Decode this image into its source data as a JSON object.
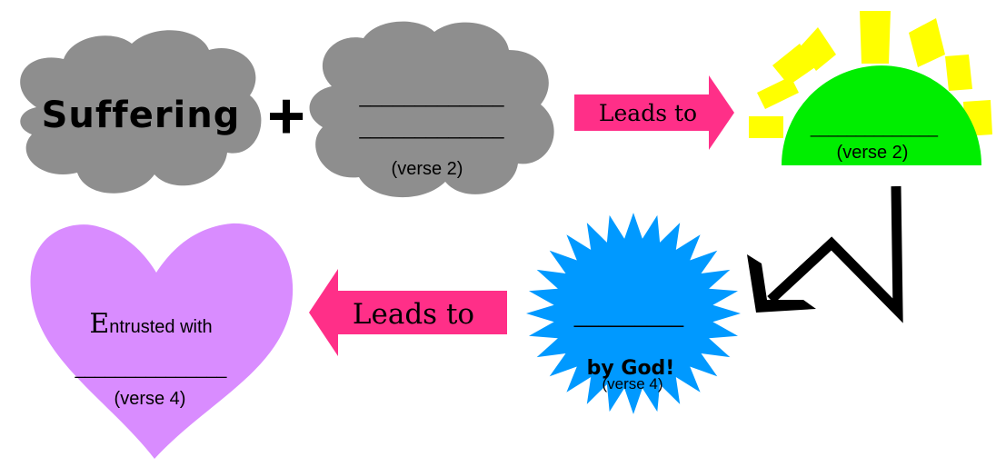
{
  "colors": {
    "cloud": "#8e8e8e",
    "arrow": "#ff2f88",
    "sun_rays": "#ffff00",
    "sun_body": "#00ee00",
    "starburst": "#0099ff",
    "heart": "#d98cff",
    "zigzag_arrow": "#000000"
  },
  "cloud_1": {
    "label": "Suffering"
  },
  "plus": {
    "symbol": "+"
  },
  "cloud_2": {
    "blank_1": "_____________",
    "blank_2": "_____________",
    "verse": "(verse 2)"
  },
  "arrow_1": {
    "label": "Leads to"
  },
  "sun": {
    "blank": "______________",
    "verse": "(verse 2)"
  },
  "starburst": {
    "blank": "_________",
    "by_god": "by God!",
    "verse": "(verse 4)"
  },
  "arrow_2": {
    "label": "Leads to"
  },
  "heart": {
    "entrusted_initial": "E",
    "entrusted_rest": "ntrusted with",
    "blank": "_______________",
    "verse": "(verse 4)"
  }
}
